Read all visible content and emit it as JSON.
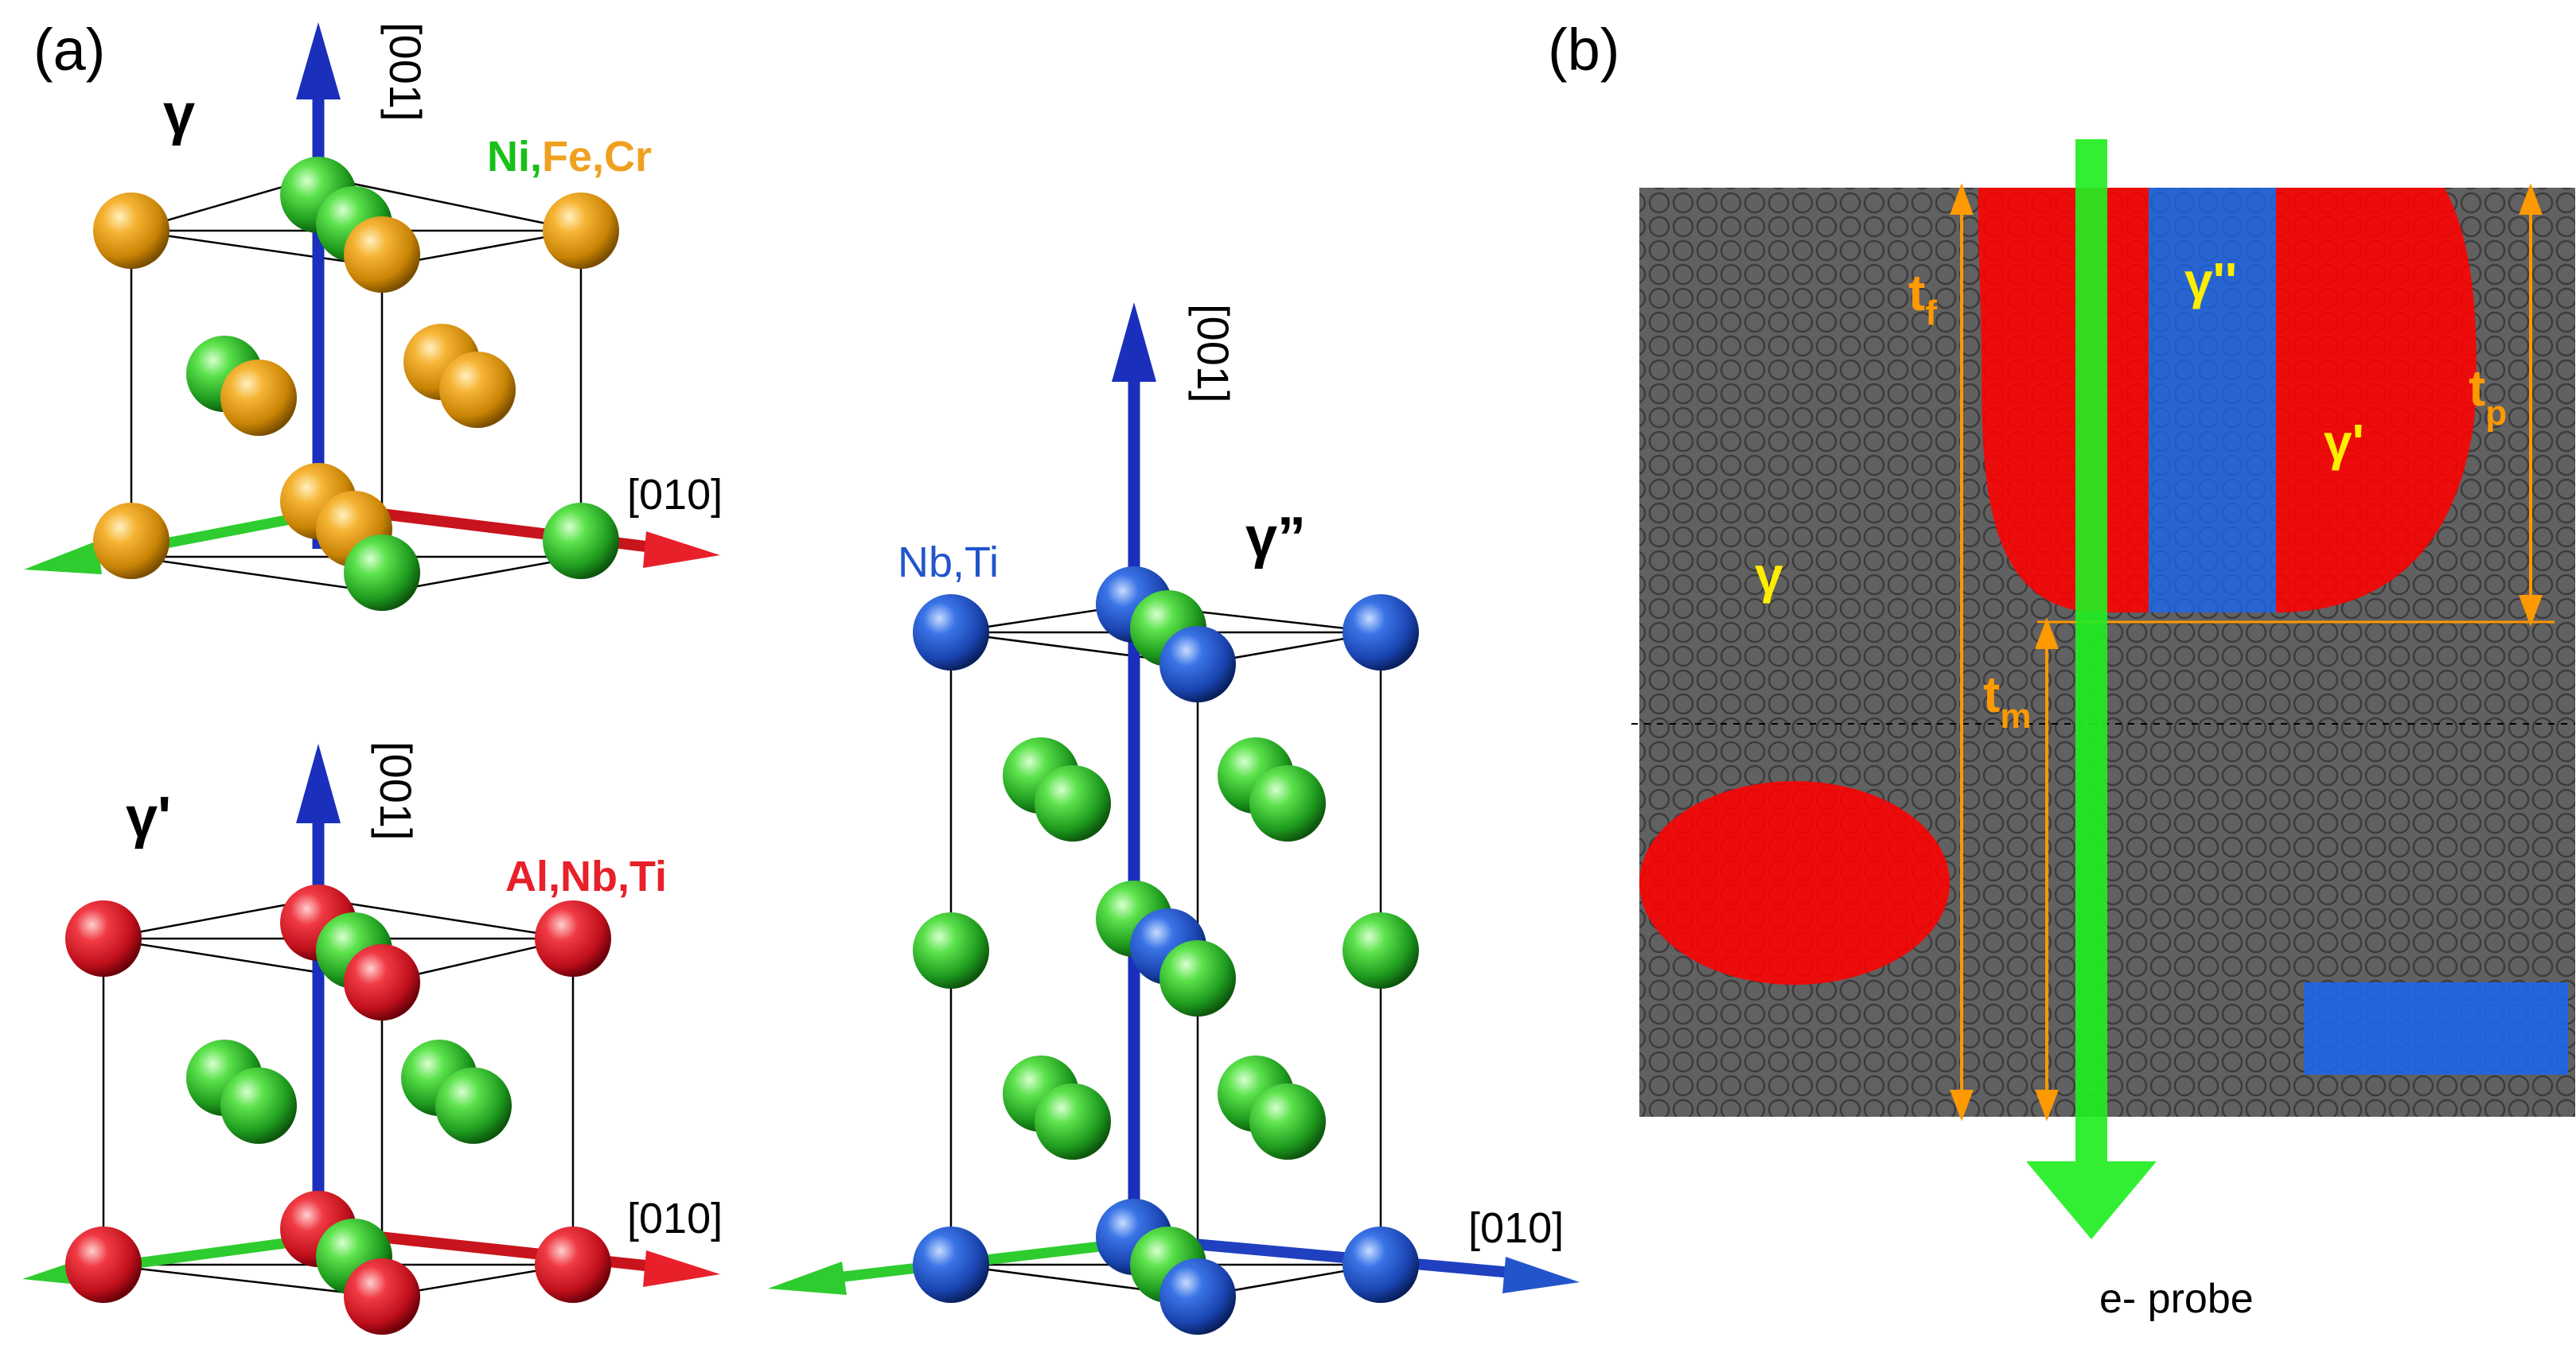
{
  "panel_a": {
    "label": "(a)",
    "gamma": {
      "title": "γ",
      "axis_vertical": "[001]",
      "axis_horizontal": "[010]",
      "species_part1": "Ni,",
      "species_part2": "Fe,Cr"
    },
    "gamma_prime": {
      "title": "γ'",
      "axis_vertical": "[001]",
      "axis_horizontal": "[010]",
      "species": "Al,Nb,Ti"
    },
    "gamma_double_prime": {
      "title": "γ”",
      "axis_vertical": "[001]",
      "axis_horizontal": "[010]",
      "species": "Nb,Ti"
    }
  },
  "panel_b": {
    "label": "(b)",
    "phase_matrix": "γ",
    "phase_double_prime": "γ''",
    "phase_prime": "γ'",
    "thickness_film": "t",
    "thickness_film_sub": "f",
    "thickness_precipitate": "t",
    "thickness_precipitate_sub": "p",
    "thickness_matrix": "t",
    "thickness_matrix_sub": "m",
    "probe_label": "e- probe"
  },
  "colors": {
    "ni_green": "#22b022",
    "fe_orange": "#f0a020",
    "al_red": "#e8202a",
    "nb_blue": "#2255cc",
    "axis_blue": "#1a2fbb",
    "axis_red": "#c8141c",
    "axis_green": "#2ecc2e",
    "matrix_gray": "#616161",
    "precip_red": "#ff0000",
    "precip_blue": "#1a66ee",
    "dim_orange": "#ff9900",
    "label_yellow": "#ffee00",
    "probe_green": "#22ee22"
  }
}
